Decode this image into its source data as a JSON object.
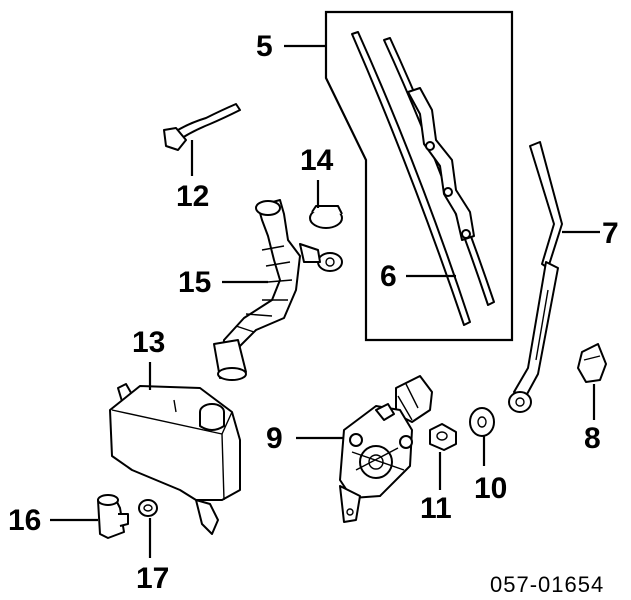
{
  "diagram": {
    "callouts": [
      {
        "id": "5",
        "label": "5"
      },
      {
        "id": "6",
        "label": "6"
      },
      {
        "id": "7",
        "label": "7"
      },
      {
        "id": "8",
        "label": "8"
      },
      {
        "id": "9",
        "label": "9"
      },
      {
        "id": "10",
        "label": "10"
      },
      {
        "id": "11",
        "label": "11"
      },
      {
        "id": "12",
        "label": "12"
      },
      {
        "id": "13",
        "label": "13"
      },
      {
        "id": "14",
        "label": "14"
      },
      {
        "id": "15",
        "label": "15"
      },
      {
        "id": "16",
        "label": "16"
      },
      {
        "id": "17",
        "label": "17"
      }
    ],
    "part_code": "057-01654"
  }
}
